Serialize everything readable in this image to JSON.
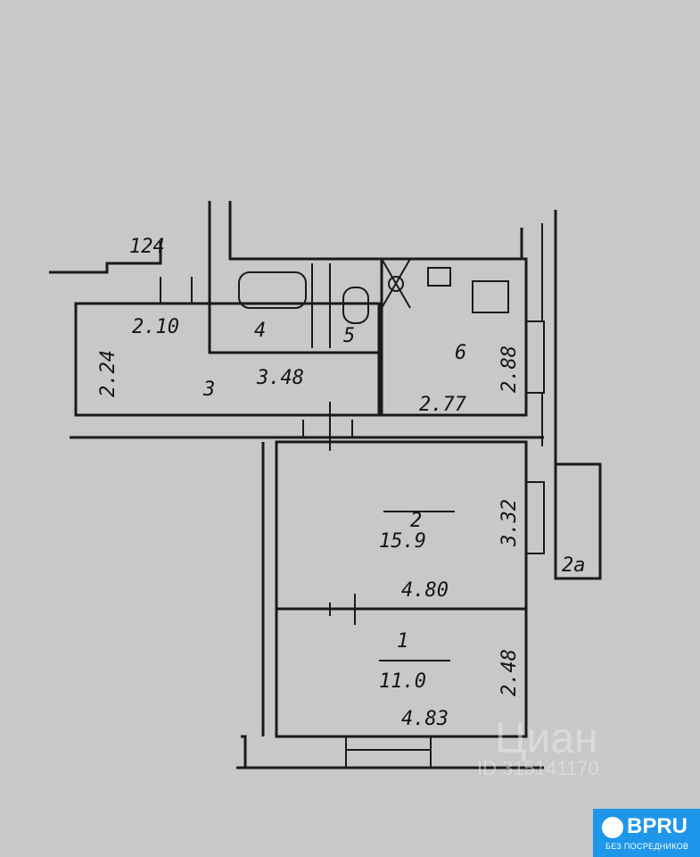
{
  "plan": {
    "labels": {
      "ext_number": "124",
      "room3_width": "2.10",
      "room3_height": "2.24",
      "room3_number": "3",
      "room3_length": "3.48",
      "room4_number": "4",
      "room5_number": "5",
      "room6_number": "6",
      "room6_height": "2.88",
      "room6_width": "2.77",
      "room2_number": "2",
      "room2_area": "15.9",
      "room2_height": "3.32",
      "room2_width": "4.80",
      "balcony_label": "2a",
      "room1_number": "1",
      "room1_area": "11.0",
      "room1_height": "2.48",
      "room1_width": "4.83"
    }
  },
  "watermark": {
    "brand": "Циан",
    "id": "ID 315141170"
  },
  "logo": {
    "name": "BPRU",
    "tagline": "БЕЗ ПОСРЕДНИКОВ"
  }
}
